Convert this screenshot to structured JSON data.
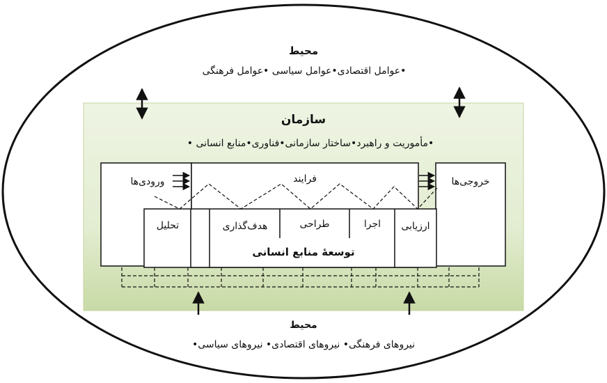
{
  "environment_top": {
    "title": "محیط",
    "factors": "•عوامل اقتصادی•عوامل سیاسی •عوامل فرهنگی"
  },
  "organization": {
    "title": "سازمان",
    "factors": "•مأموریت و راهبرد•ساختار سازمانی•فناوری•منابع انسانی •"
  },
  "boxes": {
    "inputs": "ورودی‌ها",
    "process": "فرایند",
    "outputs": "خروجی‌ها",
    "hrd": "توسعهٔ منابع انسانی"
  },
  "hrd_steps": {
    "analysis": "تحلیل",
    "goal_setting": "هدف‌گذاری",
    "design": "طراحی",
    "implementation": "اجرا",
    "evaluation": "ارزیابی"
  },
  "environment_bottom": {
    "title": "محیط",
    "forces": "نیروهای فرهنگی• نیروهای اقتصادی• نیروهای سیاسی•"
  },
  "colors": {
    "org_fill": "#e6efd6",
    "org_fill_bottom": "#c9dca8",
    "line": "#111111"
  }
}
